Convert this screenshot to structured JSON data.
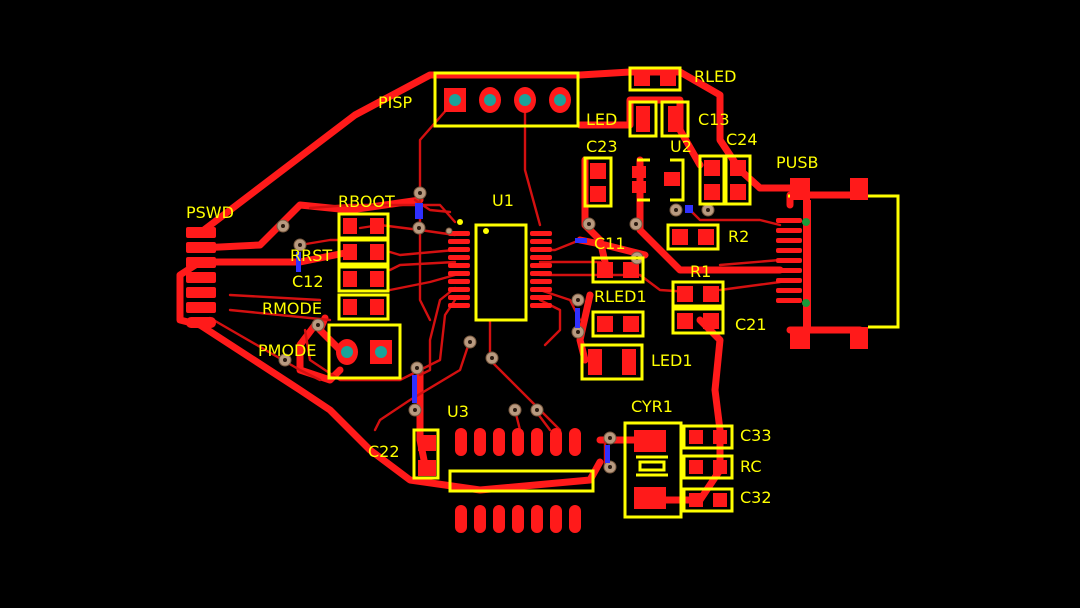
{
  "components": {
    "pisp": "PISP",
    "rled": "RLED",
    "led": "LED",
    "c13": "C13",
    "c23": "C23",
    "u2": "U2",
    "c24": "C24",
    "pusb": "PUSB",
    "pswd": "PSWD",
    "rboot": "RBOOT",
    "u1": "U1",
    "rrst": "RRST",
    "c12": "C12",
    "rmode": "RMODE",
    "pmode": "PMODE",
    "c11": "C11",
    "r2": "R2",
    "r1": "R1",
    "rled1": "RLED1",
    "c21": "C21",
    "led1": "LED1",
    "u3": "U3",
    "c22": "C22",
    "cyr1": "CYR1",
    "c33": "C33",
    "rc": "RC",
    "c32": "C32"
  },
  "colors": {
    "background": "#000000",
    "copper": "#ff1a1a",
    "silkscreen": "#ffff00",
    "via": "#b89a80"
  }
}
